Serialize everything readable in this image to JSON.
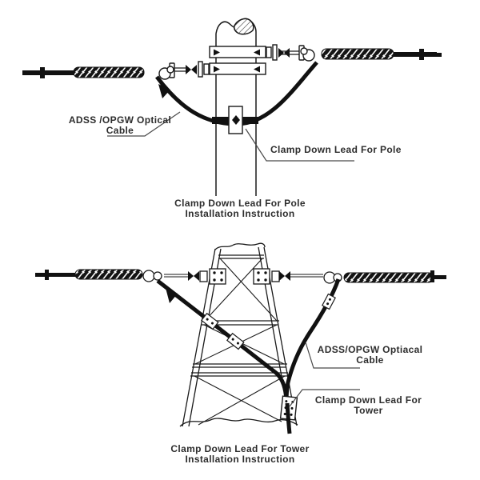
{
  "colors": {
    "background": "#ffffff",
    "line": "#1a1a1a",
    "leader": "#4a4a4a",
    "text": "#2d2d2d"
  },
  "diagrams": [
    {
      "name": "pole-installation",
      "labels": {
        "cable_line1": "ADSS /OPGW Optical",
        "cable_line2": "Cable",
        "clamp": "Clamp Down Lead For Pole"
      },
      "caption": {
        "line1": "Clamp Down Lead For Pole",
        "line2": "Installation Instruction"
      }
    },
    {
      "name": "tower-installation",
      "labels": {
        "cable_line1": "ADSS/OPGW Optiacal",
        "cable_line2": "Cable",
        "clamp_line1": "Clamp Down Lead For",
        "clamp_line2": "Tower"
      },
      "caption": {
        "line1": "Clamp Down Lead For Tower",
        "line2": "Installation Instruction"
      }
    }
  ]
}
